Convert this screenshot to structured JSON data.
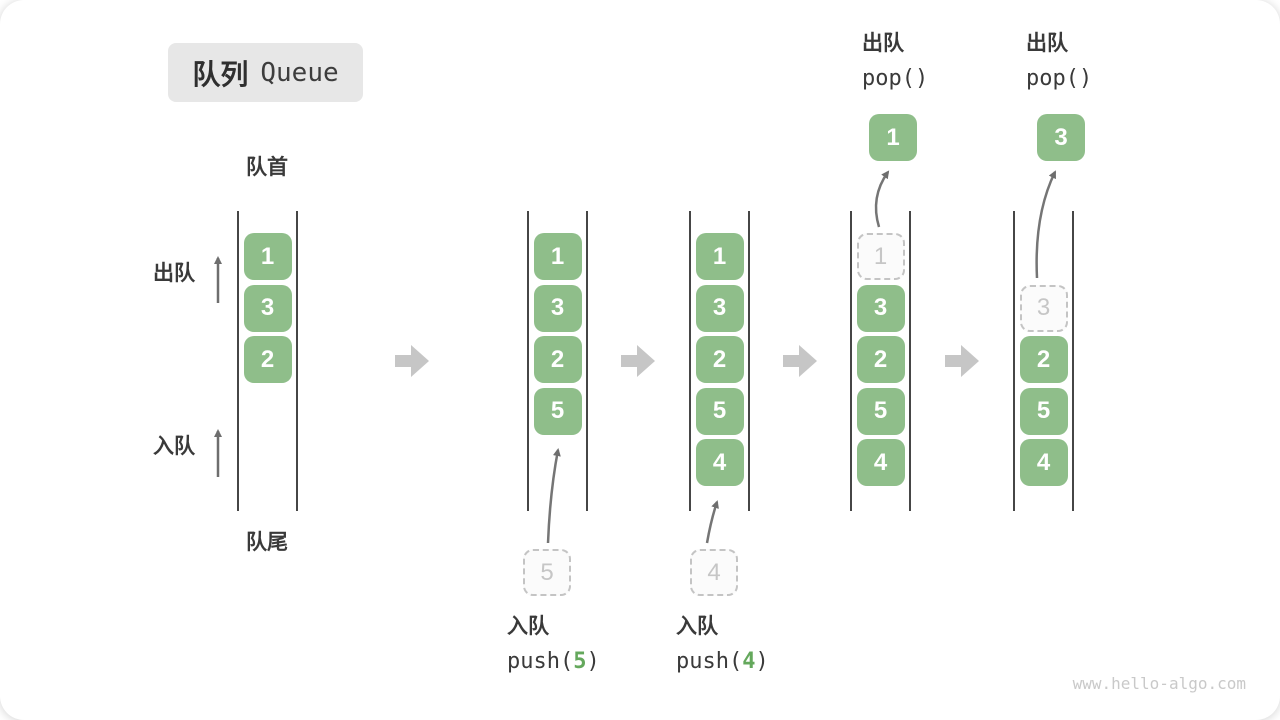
{
  "title": {
    "zh": "队列",
    "en": "Queue"
  },
  "side_labels": {
    "front": "队首",
    "rear": "队尾",
    "dequeue": "出队",
    "enqueue": "入队"
  },
  "watermark": "www.hello-algo.com",
  "colors": {
    "element_green": "#8FBE8A",
    "code_arg_green": "#64A85C",
    "ghost_gray": "#C6C6C6",
    "step_arrow_gray": "#C6C6C6",
    "flow_arrow_gray": "#757575",
    "badge_bg": "#E7E7E7",
    "text_dark": "#3A3A3A"
  },
  "columns": [
    {
      "slots": [
        {
          "row": 0,
          "value": "1",
          "state": "filled"
        },
        {
          "row": 1,
          "value": "3",
          "state": "filled"
        },
        {
          "row": 2,
          "value": "2",
          "state": "filled"
        }
      ]
    },
    {
      "slots": [
        {
          "row": 0,
          "value": "1",
          "state": "filled"
        },
        {
          "row": 1,
          "value": "3",
          "state": "filled"
        },
        {
          "row": 2,
          "value": "2",
          "state": "filled"
        },
        {
          "row": 3,
          "value": "5",
          "state": "filled"
        }
      ],
      "incoming": {
        "value": "5"
      },
      "op": {
        "name": "入队",
        "fn": "push(",
        "arg": "5",
        "close": ")"
      }
    },
    {
      "slots": [
        {
          "row": 0,
          "value": "1",
          "state": "filled"
        },
        {
          "row": 1,
          "value": "3",
          "state": "filled"
        },
        {
          "row": 2,
          "value": "2",
          "state": "filled"
        },
        {
          "row": 3,
          "value": "5",
          "state": "filled"
        },
        {
          "row": 4,
          "value": "4",
          "state": "filled"
        }
      ],
      "incoming": {
        "value": "4"
      },
      "op": {
        "name": "入队",
        "fn": "push(",
        "arg": "4",
        "close": ")"
      }
    },
    {
      "slots": [
        {
          "row": 0,
          "value": "1",
          "state": "ghost"
        },
        {
          "row": 1,
          "value": "3",
          "state": "filled"
        },
        {
          "row": 2,
          "value": "2",
          "state": "filled"
        },
        {
          "row": 3,
          "value": "5",
          "state": "filled"
        },
        {
          "row": 4,
          "value": "4",
          "state": "filled"
        }
      ],
      "outgoing": {
        "value": "1"
      },
      "op": {
        "name": "出队",
        "fn": "pop(",
        "arg": "",
        "close": ")"
      }
    },
    {
      "slots": [
        {
          "row": 1,
          "value": "3",
          "state": "ghost"
        },
        {
          "row": 2,
          "value": "2",
          "state": "filled"
        },
        {
          "row": 3,
          "value": "5",
          "state": "filled"
        },
        {
          "row": 4,
          "value": "4",
          "state": "filled"
        }
      ],
      "outgoing": {
        "value": "3"
      },
      "op": {
        "name": "出队",
        "fn": "pop(",
        "arg": "",
        "close": ")"
      }
    }
  ]
}
